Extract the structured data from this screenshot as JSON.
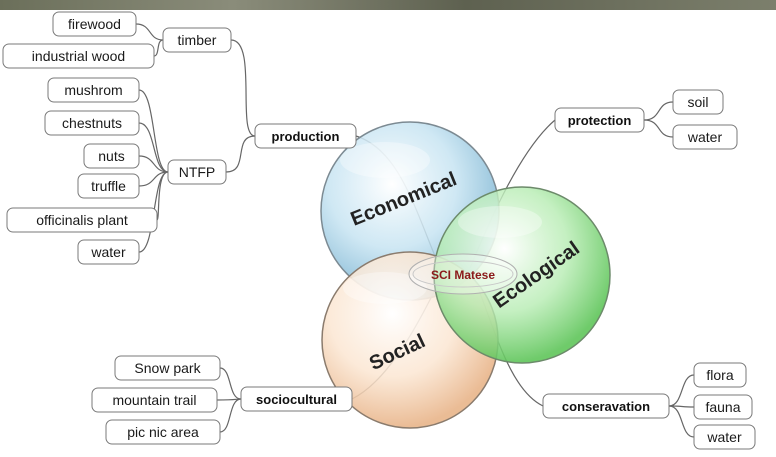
{
  "center": {
    "label": "SCI Matese"
  },
  "circles": {
    "economical": "Economical",
    "ecological": "Ecological",
    "social": "Social"
  },
  "hubs": {
    "production": "production",
    "protection": "protection",
    "sociocultural": "sociocultural",
    "conservation": "conseravation",
    "timber": "timber",
    "ntfp": "NTFP"
  },
  "leaves": {
    "timber": [
      "firewood",
      "industrial wood"
    ],
    "ntfp": [
      "mushrom",
      "chestnuts",
      "nuts",
      "truffle",
      "officinalis plant",
      "water"
    ],
    "protection": [
      "soil",
      "water"
    ],
    "sociocultural": [
      "Snow park",
      "mountain trail",
      "pic nic area"
    ],
    "conservation": [
      "flora",
      "fauna",
      "water"
    ]
  },
  "colors": {
    "economical": "#a9d3ea",
    "ecological": "#8fdc8c",
    "social": "#f6d4b4",
    "center_text": "#8b1a1a"
  }
}
